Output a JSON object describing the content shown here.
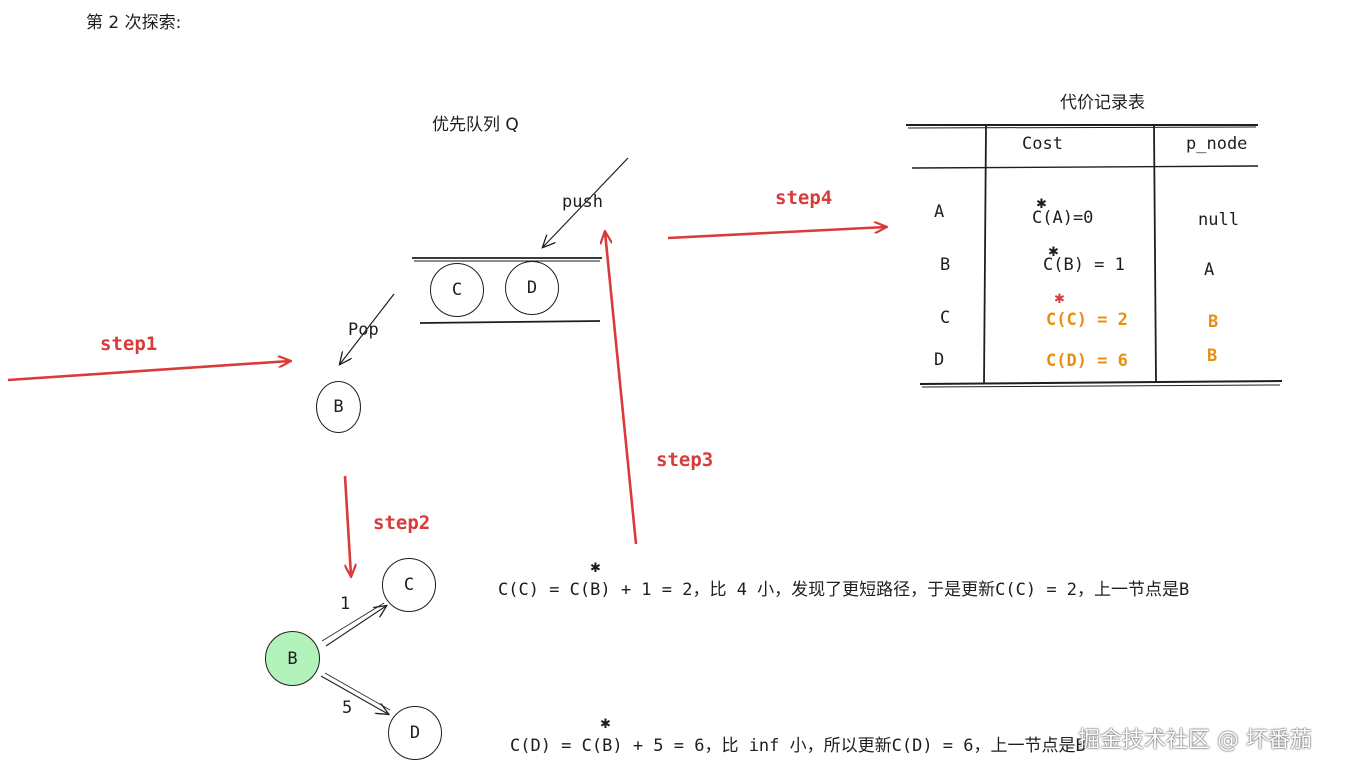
{
  "heading": "第 2 次探索:",
  "queue": {
    "title": "优先队列 Q",
    "items": [
      "C",
      "D"
    ],
    "push_label": "push",
    "pop_label": "Pop",
    "popped": "B"
  },
  "steps": {
    "step1": "step1",
    "step2": "step2",
    "step3": "step3",
    "step4": "step4"
  },
  "graph": {
    "source": "B",
    "edges": [
      {
        "to": "C",
        "weight": "1"
      },
      {
        "to": "D",
        "weight": "5"
      }
    ]
  },
  "formulas": {
    "c_line": "C(C) = C(B) + 1 = 2，比 4 小，发现了更短路径，于是更新C(C) = 2，上一节点是B",
    "d_line": "C(D) = C(B) + 5 = 6，比 inf 小，所以更新C(D) = 6，上一节点是B"
  },
  "table": {
    "title": "代价记录表",
    "headers": [
      "",
      "Cost",
      "p_node"
    ],
    "rows": [
      {
        "node": "A",
        "cost": "C(A)=0",
        "p_node": "null",
        "highlight": false
      },
      {
        "node": "B",
        "cost": "C(B) = 1",
        "p_node": "A",
        "highlight": false
      },
      {
        "node": "C",
        "cost": "C(C) = 2",
        "p_node": "B",
        "highlight": true
      },
      {
        "node": "D",
        "cost": "C(D) = 6",
        "p_node": "B",
        "highlight": true
      }
    ]
  },
  "watermark": "掘金技术社区 @ 坏番茄",
  "colors": {
    "arrow_red": "#d93a3a",
    "highlight_orange": "#e8900c",
    "node_green": "#b2f2bb",
    "stroke": "#1e1e1e"
  }
}
